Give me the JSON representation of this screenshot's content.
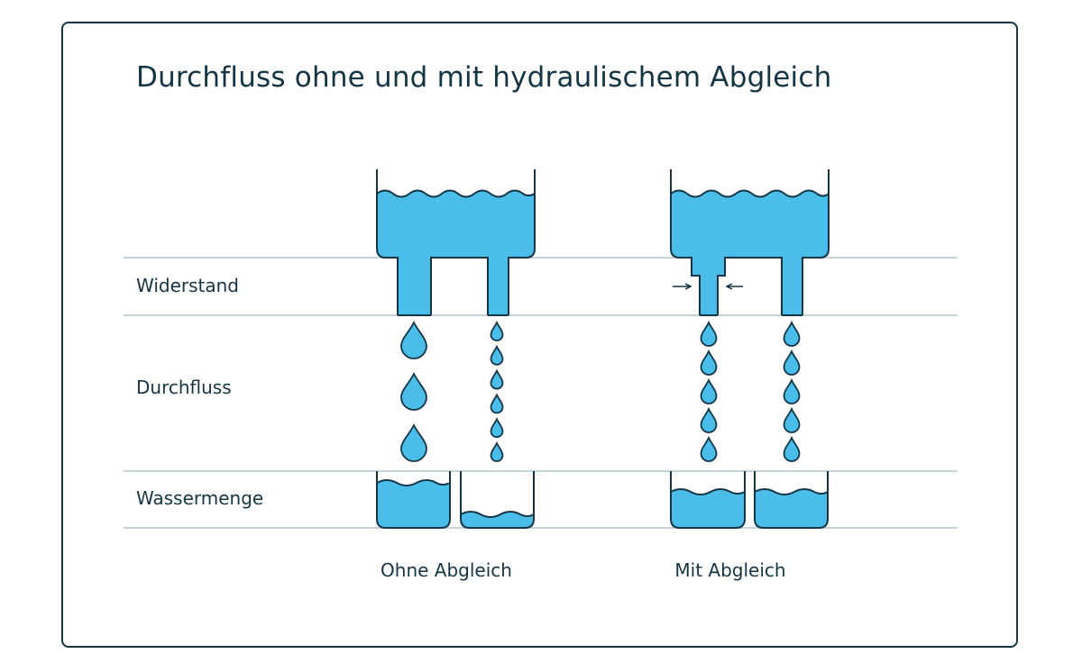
{
  "title": "Durchfluss ohne und mit hydraulischem Abgleich",
  "rows": {
    "resistance": "Widerstand",
    "flow": "Durchfluss",
    "water_amount": "Wassermenge"
  },
  "columns": {
    "without": "Ohne Abgleich",
    "with": "Mit Abgleich"
  },
  "colors": {
    "water": "#4bbde9",
    "outline": "#143546",
    "divider": "#b3c7d1"
  },
  "drops": {
    "without_wide_pipe": 3,
    "without_narrow_pipe": 6,
    "with_throttled_pipe": 5,
    "with_narrow_pipe": 5
  }
}
